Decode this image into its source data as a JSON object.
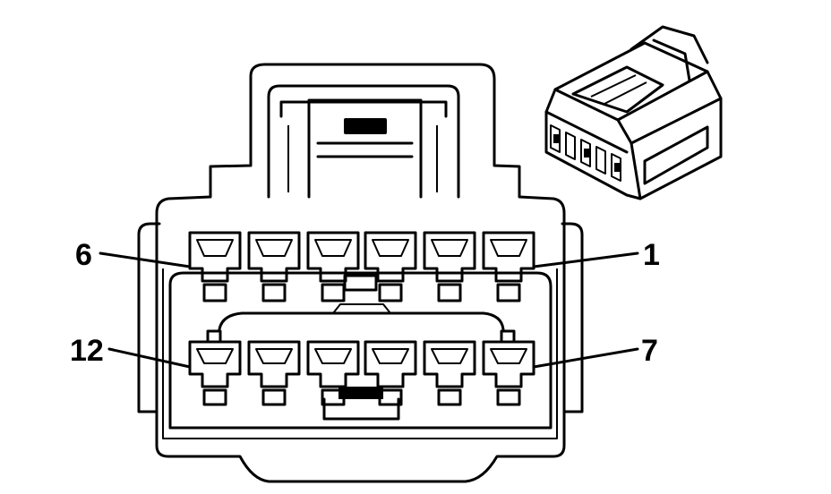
{
  "diagram": {
    "pin_labels": {
      "top_left": "6",
      "top_right": "1",
      "bottom_left": "12",
      "bottom_right": "7"
    },
    "rows": [
      {
        "name": "top-row",
        "cavities": 6
      },
      {
        "name": "bottom-row",
        "cavities": 6
      }
    ]
  }
}
